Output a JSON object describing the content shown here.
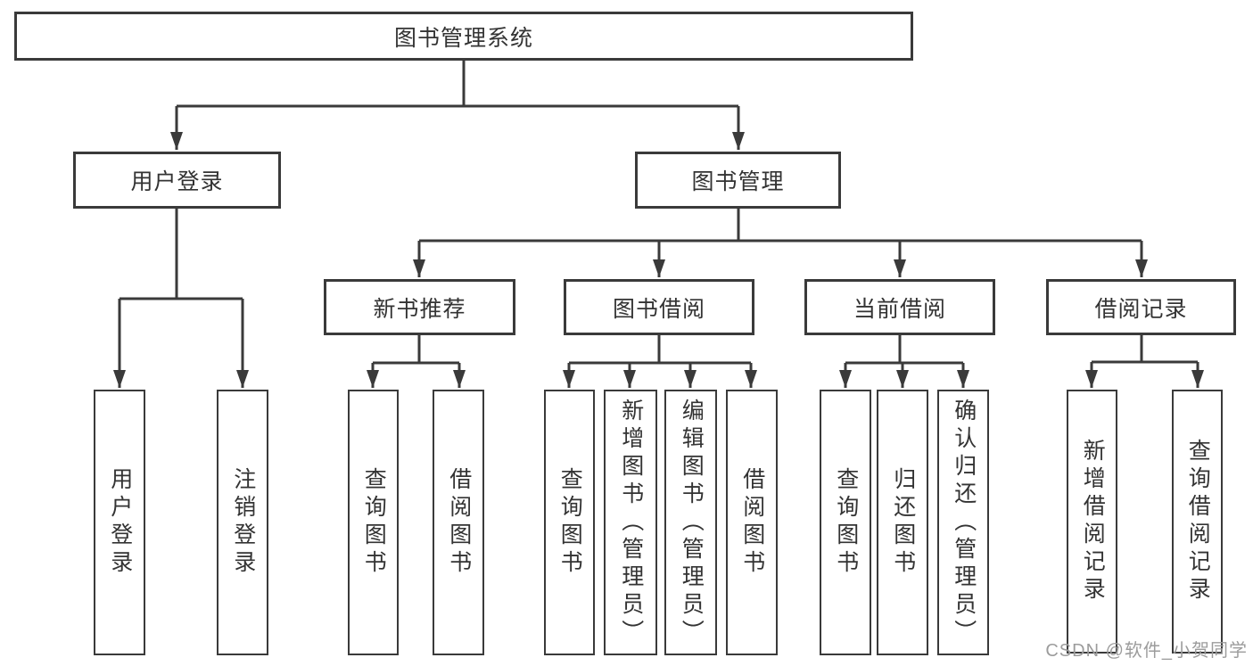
{
  "tree": {
    "label": "图书管理系统",
    "children": [
      {
        "label": "用户登录",
        "children": [
          {
            "label": "用户登录"
          },
          {
            "label": "注销登录"
          }
        ]
      },
      {
        "label": "图书管理",
        "children": [
          {
            "label": "新书推荐",
            "children": [
              {
                "label": "查询图书"
              },
              {
                "label": "借阅图书"
              }
            ]
          },
          {
            "label": "图书借阅",
            "children": [
              {
                "label": "查询图书"
              },
              {
                "label": "新增图书（管理员）"
              },
              {
                "label": "编辑图书（管理员）"
              },
              {
                "label": "借阅图书"
              }
            ]
          },
          {
            "label": "当前借阅",
            "children": [
              {
                "label": "查询图书"
              },
              {
                "label": "归还图书"
              },
              {
                "label": "确认归还（管理员）"
              }
            ]
          },
          {
            "label": "借阅记录",
            "children": [
              {
                "label": "新增借阅记录"
              },
              {
                "label": "查询借阅记录"
              }
            ]
          }
        ]
      }
    ]
  },
  "watermark": {
    "text": "CSDN @软件_小贺同学"
  },
  "colors": {
    "line": "#3a3a3a",
    "box_border": "#3a3a3a",
    "text": "#333333",
    "watermark": "#9c9c9c",
    "background": "#ffffff"
  }
}
